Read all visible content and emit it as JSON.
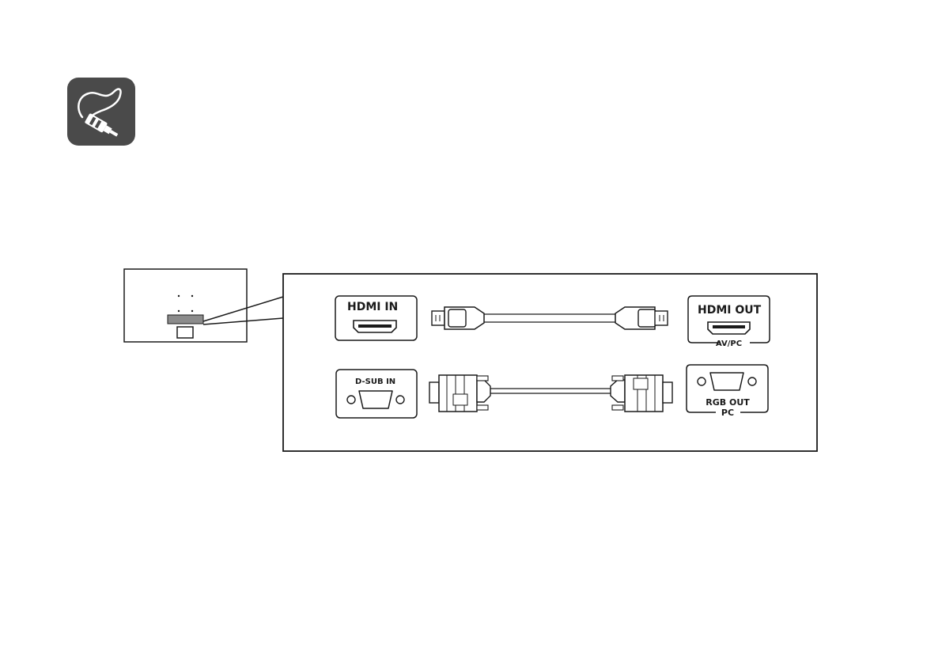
{
  "header": {
    "icon": "cable-plug-icon",
    "icon_bg_color": "#4a4a4a"
  },
  "ports": {
    "hdmi_in": "HDMI IN",
    "hdmi_out": "HDMI OUT",
    "hdmi_out_sub": "AV/PC",
    "dsub_in": "D-SUB IN",
    "rgb_out": "RGB OUT",
    "rgb_out_sub": "PC"
  },
  "cables": {
    "hdmi_cable": "hdmi-cable-icon",
    "vga_cable": "vga-cable-icon"
  },
  "colors": {
    "line": "#1a1a1a",
    "panel_highlight": "#8c8c8c"
  }
}
